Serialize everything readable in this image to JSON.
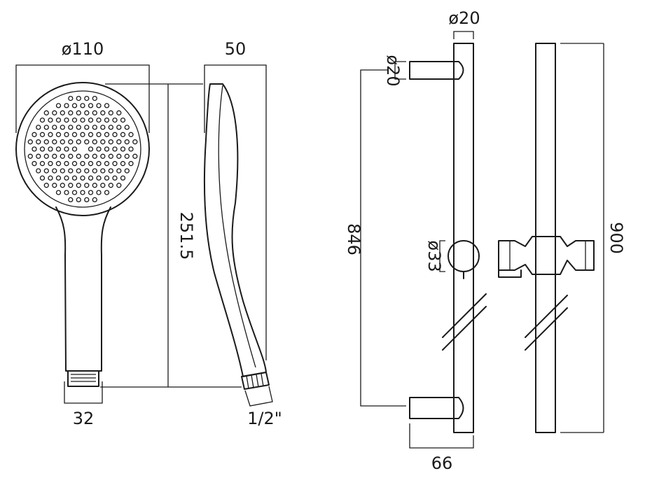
{
  "dimensions": {
    "head_diameter": "ø110",
    "head_depth": "50",
    "handset_length": "251.5",
    "connector_width": "32",
    "thread_size": "1/2\"",
    "rail_diameter": "ø20",
    "bracket_diameter": "ø20",
    "rail_center_distance": "846",
    "slider_diameter": "ø33",
    "bracket_depth": "66",
    "rail_length": "900"
  },
  "colors": {
    "line": "#1a1a1a",
    "background": "#ffffff"
  }
}
